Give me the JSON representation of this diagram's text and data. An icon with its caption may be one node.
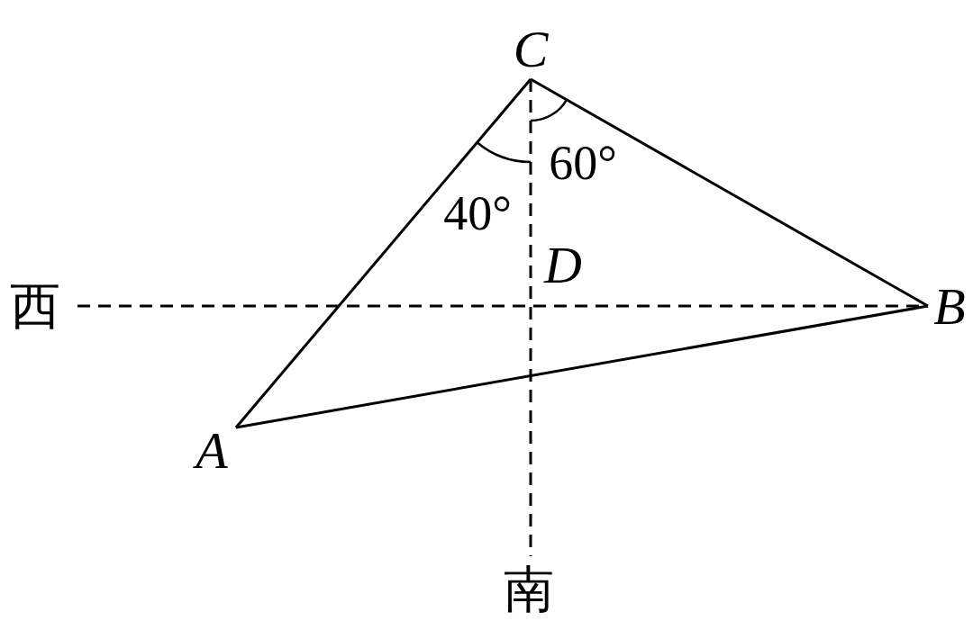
{
  "diagram": {
    "nodes": [
      {
        "text": [
          "C"
        ]
      },
      {
        "text": [
          "A"
        ]
      },
      {
        "text": [
          "B"
        ]
      },
      {
        "text": [
          "D"
        ]
      },
      {
        "text": [
          "西"
        ]
      },
      {
        "text": [
          "南"
        ]
      }
    ],
    "edges": [
      {
        "from": 0,
        "to": 1,
        "arrow": "none"
      },
      {
        "from": 0,
        "to": 2,
        "arrow": "none"
      },
      {
        "from": 1,
        "to": 2,
        "arrow": "none"
      },
      {
        "from": 4,
        "to": 2,
        "arrow": "none",
        "style": "dashed"
      },
      {
        "from": 0,
        "to": 5,
        "arrow": "none",
        "style": "dashed"
      }
    ],
    "labels": [
      "60°",
      "40°"
    ]
  }
}
